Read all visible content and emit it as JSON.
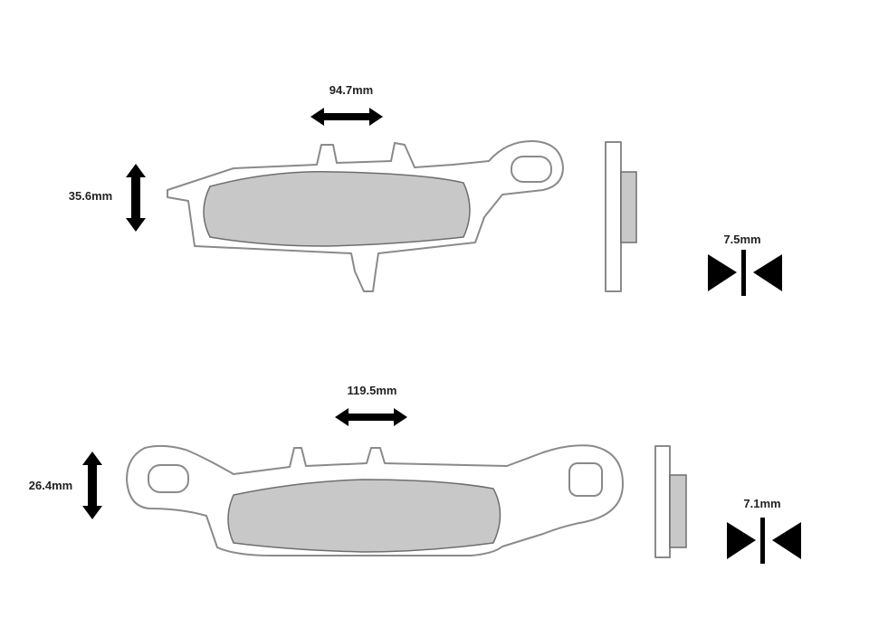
{
  "pads": [
    {
      "length_label": "94.7mm",
      "height_label": "35.6mm",
      "thickness_label": "7.5mm"
    },
    {
      "length_label": "119.5mm",
      "height_label": "26.4mm",
      "thickness_label": "7.1mm"
    }
  ],
  "colors": {
    "outline": "#8a8a8a",
    "friction_material": "#c8c8c8",
    "arrows": "#000000"
  }
}
